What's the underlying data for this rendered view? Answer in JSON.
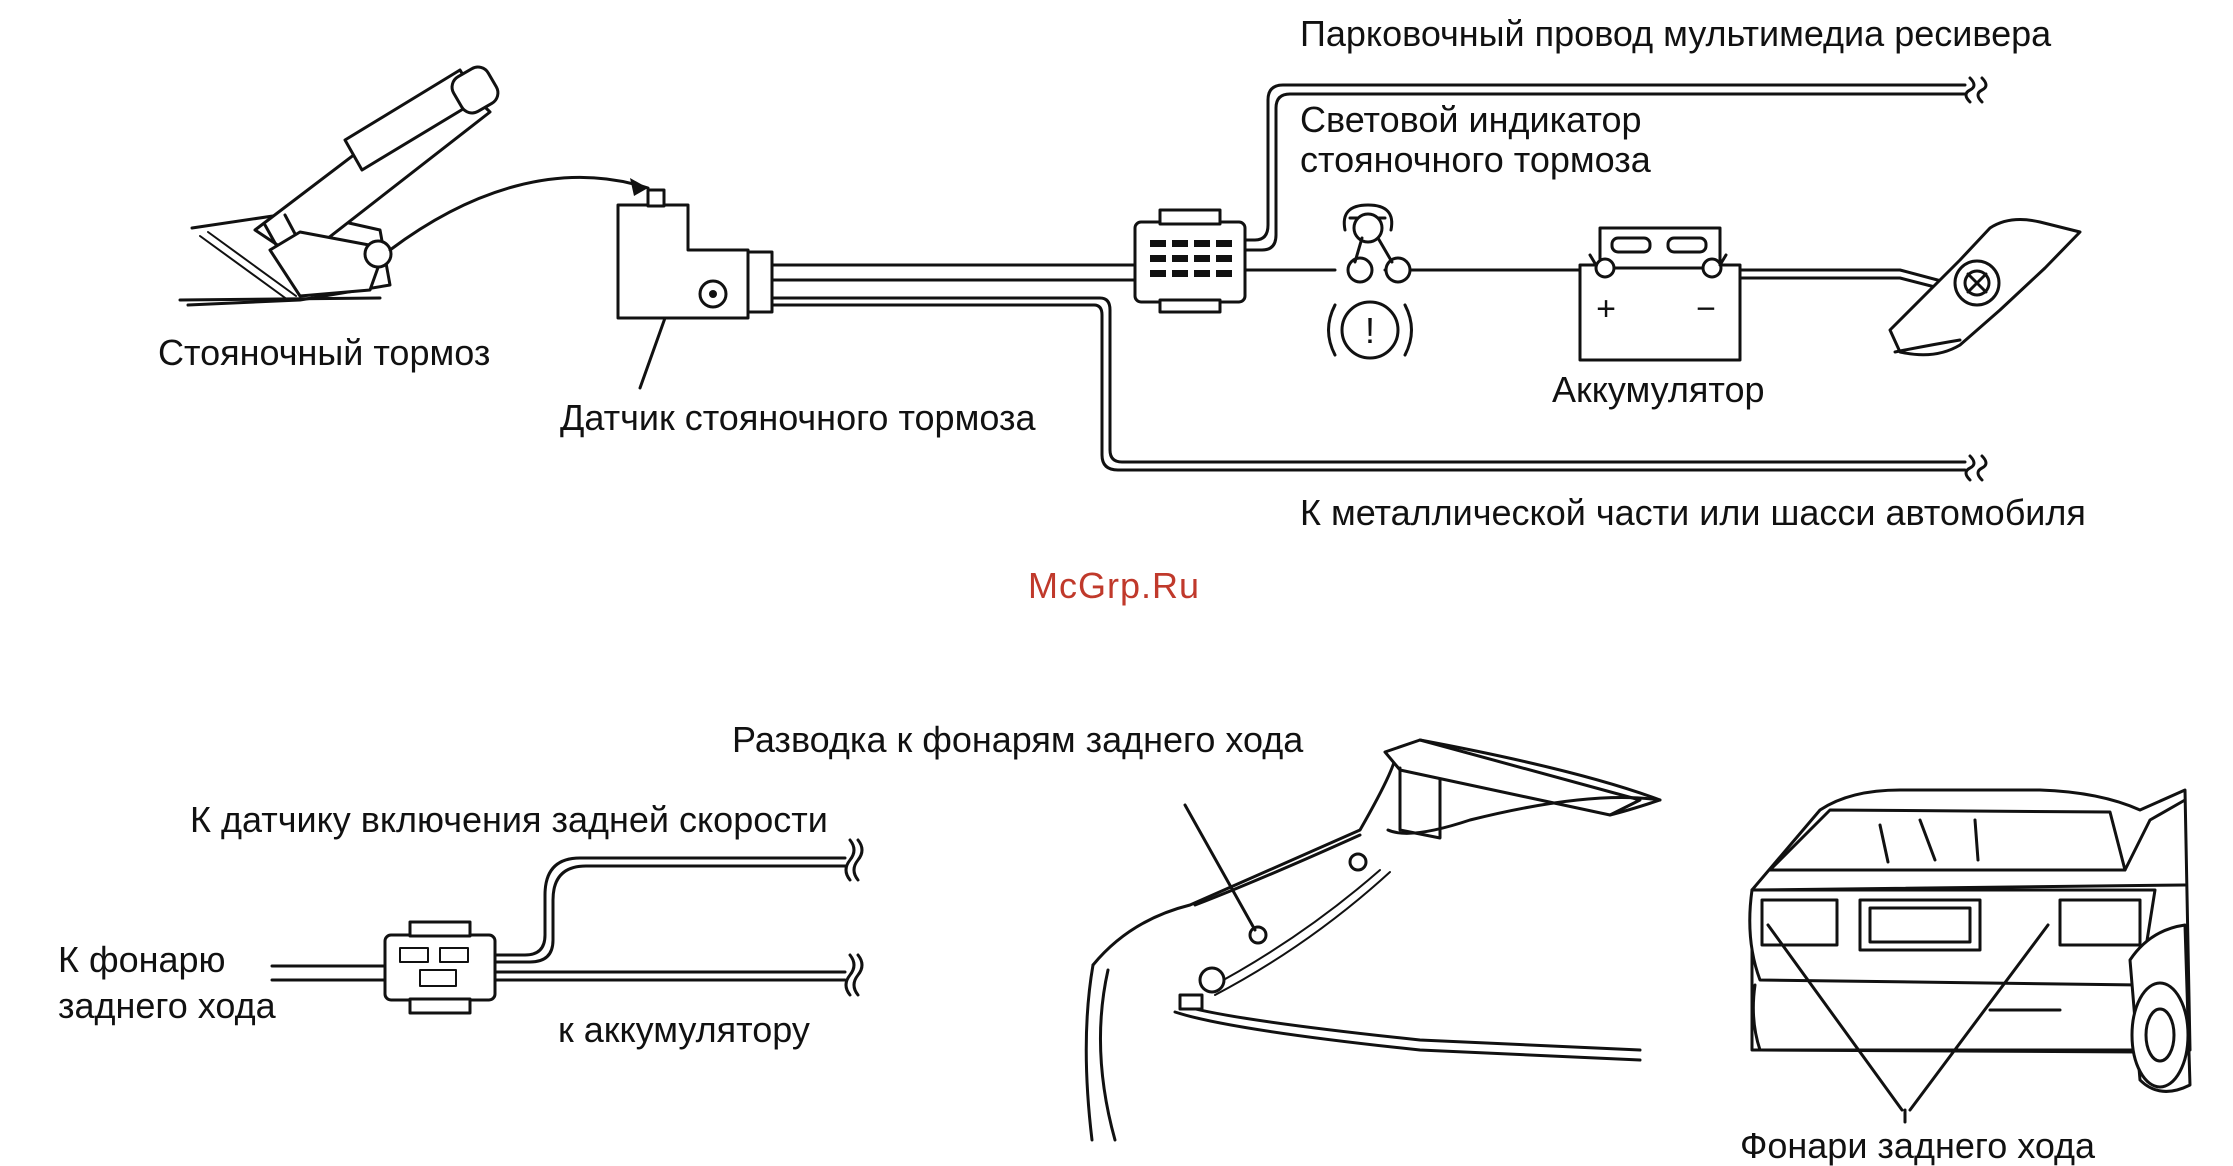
{
  "labels": {
    "parking_wire": "Парковочный провод мультимедиа ресивера",
    "indicator_line1": "Световой индикатор",
    "indicator_line2": "стояночного тормоза",
    "parking_brake": "Стояночный тормоз",
    "brake_sensor": "Датчик стояночного тормоза",
    "battery": "Аккумулятор",
    "ground": "К металлической части или шасси автомобиля",
    "watermark": "McGrp.Ru",
    "reverse_wiring": "Разводка к фонарям заднего хода",
    "reverse_sensor": "К датчику включения задней скорости",
    "reverse_light_line1": "К фонарю",
    "reverse_light_line2": "заднего хода",
    "to_battery": "к аккумулятору",
    "reverse_lights": "Фонари заднего хода"
  },
  "symbols": {
    "indicator_symbol": "!",
    "battery_plus": "+",
    "battery_minus": "−"
  },
  "colors": {
    "ink": "#111111",
    "watermark": "#c0392b"
  }
}
